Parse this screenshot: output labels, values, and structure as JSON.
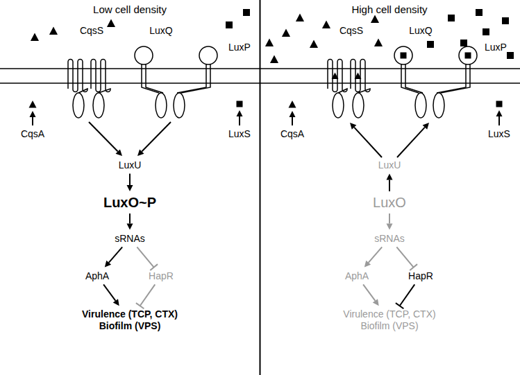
{
  "diagram": {
    "nodes": [
      {
        "text": [
          "LuxU"
        ]
      },
      {
        "text": [
          "LuxO~P"
        ]
      },
      {
        "text": [
          "sRNAs"
        ]
      },
      {
        "text": [
          "AphA"
        ]
      },
      {
        "text": [
          "HapR"
        ]
      },
      {
        "text": [
          "Virulence (TCP, CTX)",
          "Biofilm (VPS)"
        ]
      },
      {
        "text": [
          "LuxU"
        ]
      },
      {
        "text": [
          "LuxO"
        ]
      },
      {
        "text": [
          "sRNAs"
        ]
      },
      {
        "text": [
          "AphA"
        ]
      },
      {
        "text": [
          "HapR"
        ]
      },
      {
        "text": [
          "Virulence (TCP, CTX)",
          "Biofilm (VPS)"
        ]
      }
    ],
    "edges": [
      {
        "from": 0,
        "to": 1,
        "arrow": "to"
      },
      {
        "from": 1,
        "to": 2,
        "arrow": "to"
      },
      {
        "from": 2,
        "to": 3,
        "arrow": "to"
      },
      {
        "from": 2,
        "to": 4,
        "arrow": "to"
      },
      {
        "from": 3,
        "to": 5,
        "arrow": "to"
      },
      {
        "from": 4,
        "to": 5,
        "arrow": "to"
      },
      {
        "from": 7,
        "to": 6,
        "arrow": "to"
      },
      {
        "from": 7,
        "to": 8,
        "arrow": "to"
      },
      {
        "from": 8,
        "to": 9,
        "arrow": "to"
      },
      {
        "from": 8,
        "to": 10,
        "arrow": "to"
      },
      {
        "from": 9,
        "to": 11,
        "arrow": "to"
      },
      {
        "from": 10,
        "to": 11,
        "arrow": "to"
      }
    ],
    "labels": [
      "Low cell density",
      "High cell density",
      "CqsS",
      "LuxQ",
      "LuxP",
      "CqsA",
      "LuxS",
      "CqsS",
      "LuxQ",
      "LuxP",
      "CqsA",
      "LuxS"
    ]
  }
}
